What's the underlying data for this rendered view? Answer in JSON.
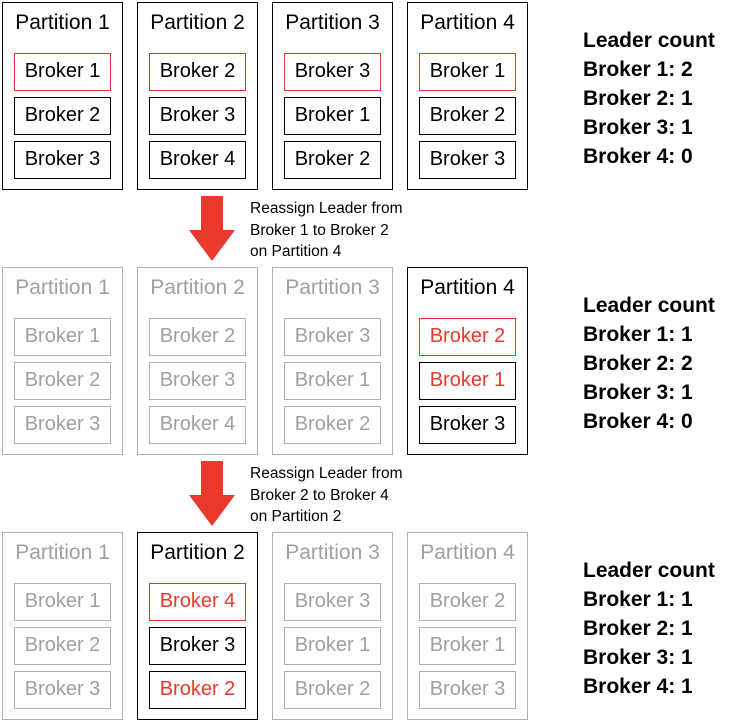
{
  "rows": [
    {
      "partitions": [
        {
          "title": "Partition 1",
          "dim": false,
          "brokers": [
            {
              "label": "Broker 1",
              "style": "leader"
            },
            {
              "label": "Broker 2",
              "style": "normal"
            },
            {
              "label": "Broker 3",
              "style": "normal"
            }
          ]
        },
        {
          "title": "Partition 2",
          "dim": false,
          "brokers": [
            {
              "label": "Broker 2",
              "style": "leader"
            },
            {
              "label": "Broker 3",
              "style": "normal"
            },
            {
              "label": "Broker 4",
              "style": "normal"
            }
          ]
        },
        {
          "title": "Partition 3",
          "dim": false,
          "brokers": [
            {
              "label": "Broker 3",
              "style": "leader"
            },
            {
              "label": "Broker 1",
              "style": "normal"
            },
            {
              "label": "Broker 2",
              "style": "normal"
            }
          ]
        },
        {
          "title": "Partition 4",
          "dim": false,
          "brokers": [
            {
              "label": "Broker 1",
              "style": "leader"
            },
            {
              "label": "Broker 2",
              "style": "normal"
            },
            {
              "label": "Broker 3",
              "style": "normal"
            }
          ]
        }
      ],
      "summary": {
        "heading": "Leader count",
        "lines": [
          "Broker 1: 2",
          "Broker 2: 1",
          "Broker 3: 1",
          "Broker 4: 0"
        ]
      }
    },
    {
      "partitions": [
        {
          "title": "Partition 1",
          "dim": true,
          "brokers": [
            {
              "label": "Broker 1",
              "style": "normal"
            },
            {
              "label": "Broker 2",
              "style": "normal"
            },
            {
              "label": "Broker 3",
              "style": "normal"
            }
          ]
        },
        {
          "title": "Partition 2",
          "dim": true,
          "brokers": [
            {
              "label": "Broker 2",
              "style": "normal"
            },
            {
              "label": "Broker 3",
              "style": "normal"
            },
            {
              "label": "Broker 4",
              "style": "normal"
            }
          ]
        },
        {
          "title": "Partition 3",
          "dim": true,
          "brokers": [
            {
              "label": "Broker 3",
              "style": "normal"
            },
            {
              "label": "Broker 1",
              "style": "normal"
            },
            {
              "label": "Broker 2",
              "style": "normal"
            }
          ]
        },
        {
          "title": "Partition 4",
          "dim": false,
          "brokers": [
            {
              "label": "Broker 2",
              "style": "red"
            },
            {
              "label": "Broker 1",
              "style": "redtext"
            },
            {
              "label": "Broker 3",
              "style": "normal"
            }
          ]
        }
      ],
      "summary": {
        "heading": "Leader count",
        "lines": [
          "Broker 1: 1",
          "Broker 2: 2",
          "Broker 3: 1",
          "Broker 4: 0"
        ]
      }
    },
    {
      "partitions": [
        {
          "title": "Partition 1",
          "dim": true,
          "brokers": [
            {
              "label": "Broker 1",
              "style": "normal"
            },
            {
              "label": "Broker 2",
              "style": "normal"
            },
            {
              "label": "Broker 3",
              "style": "normal"
            }
          ]
        },
        {
          "title": "Partition 2",
          "dim": false,
          "brokers": [
            {
              "label": "Broker 4",
              "style": "red"
            },
            {
              "label": "Broker 3",
              "style": "normal"
            },
            {
              "label": "Broker 2",
              "style": "redtext"
            }
          ]
        },
        {
          "title": "Partition 3",
          "dim": true,
          "brokers": [
            {
              "label": "Broker 3",
              "style": "normal"
            },
            {
              "label": "Broker 1",
              "style": "normal"
            },
            {
              "label": "Broker 2",
              "style": "normal"
            }
          ]
        },
        {
          "title": "Partition 4",
          "dim": true,
          "brokers": [
            {
              "label": "Broker 2",
              "style": "normal"
            },
            {
              "label": "Broker 1",
              "style": "normal"
            },
            {
              "label": "Broker 3",
              "style": "normal"
            }
          ]
        }
      ],
      "summary": {
        "heading": "Leader count",
        "lines": [
          "Broker 1: 1",
          "Broker 2: 1",
          "Broker 3: 1",
          "Broker 4: 1"
        ]
      }
    }
  ],
  "steps": [
    {
      "lines": [
        "Reassign Leader from",
        "Broker 1 to Broker 2",
        "on Partition 4"
      ]
    },
    {
      "lines": [
        "Reassign Leader from",
        "Broker 2 to Broker 4",
        "on Partition 2"
      ]
    }
  ],
  "colors": {
    "leader_red": "#e8392b",
    "dim_gray": "#a0a0a0",
    "arrow_red": "#e8392b"
  }
}
